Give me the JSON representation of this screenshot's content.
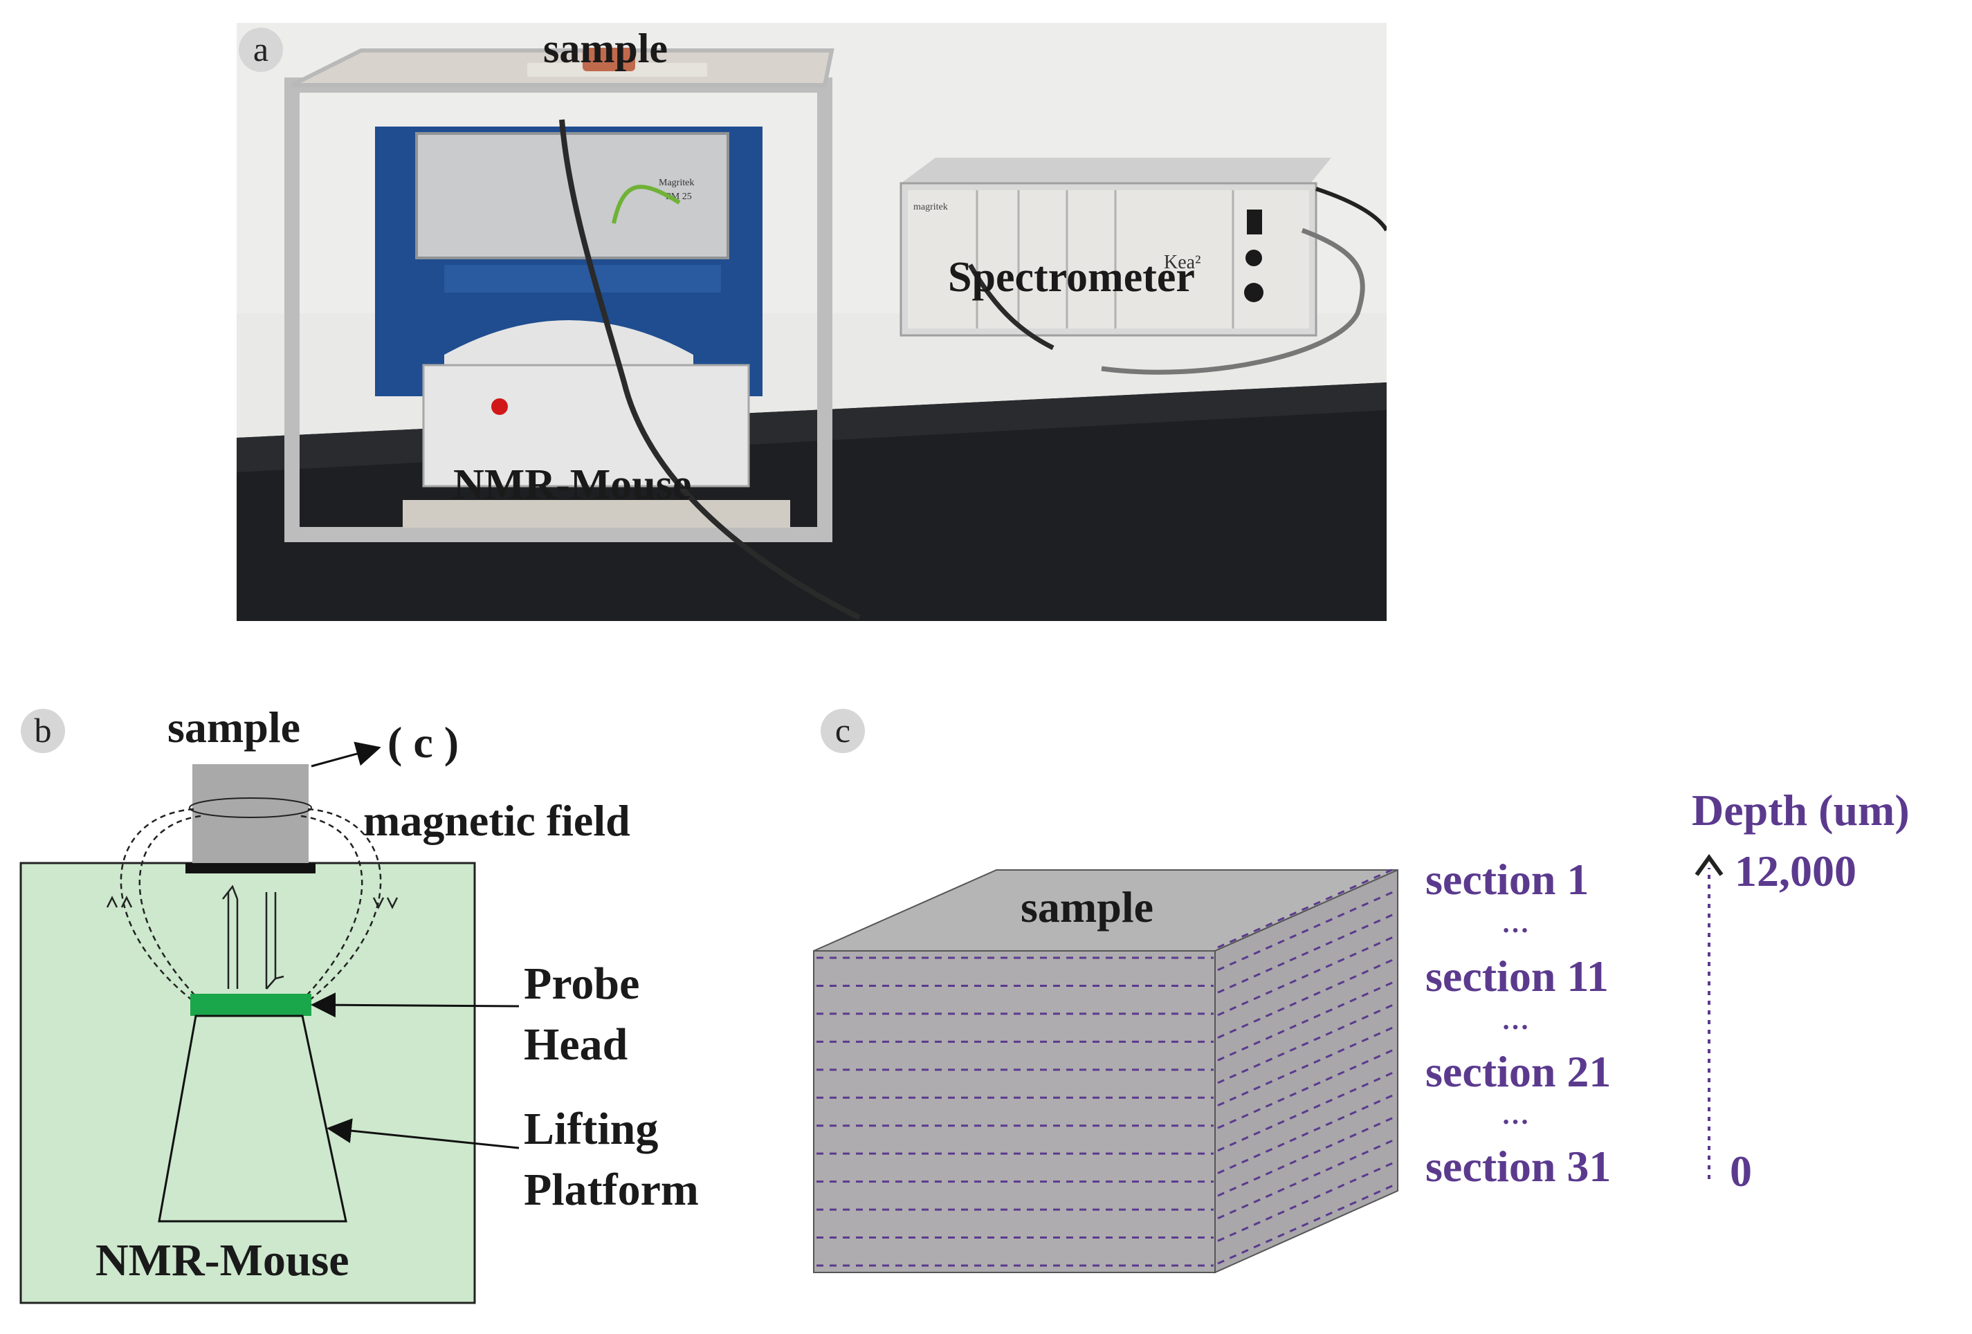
{
  "panel_a": {
    "letter": "a",
    "photo_labels": {
      "sample": "sample",
      "spectrometer": "Spectrometer",
      "nmr_mouse": "NMR-Mouse"
    },
    "device_text": {
      "magnet_brand": "Magritek",
      "magnet_model": "PM 25",
      "spectrometer_brand": "magritek",
      "spectrometer_model": "Kea²"
    }
  },
  "panel_b": {
    "letter": "b",
    "labels": {
      "sample": "sample",
      "arrow_target": "( c )",
      "magnetic_field": "magnetic field",
      "probe_line1": "Probe",
      "probe_line2": "Head",
      "lifting_line1": "Lifting",
      "lifting_line2": "Platform",
      "nmr_mouse": "NMR-Mouse"
    },
    "colors": {
      "enclosure": "#cde8cd",
      "probe_head": "#1aa64a",
      "sample_block": "#a9a9a9"
    }
  },
  "panel_c": {
    "letter": "c",
    "cube_label": "sample",
    "sections": [
      "section 1",
      "section 11",
      "section 21",
      "section 31"
    ],
    "ellipsis": "…",
    "depth_axis": {
      "title": "Depth (um)",
      "top": "12,000",
      "bottom": "0"
    },
    "colors": {
      "cube_front": "#aeacaf",
      "cube_top": "#b5b5b5",
      "dashes": "#5b3a8e",
      "text": "#5b3a8e"
    }
  }
}
